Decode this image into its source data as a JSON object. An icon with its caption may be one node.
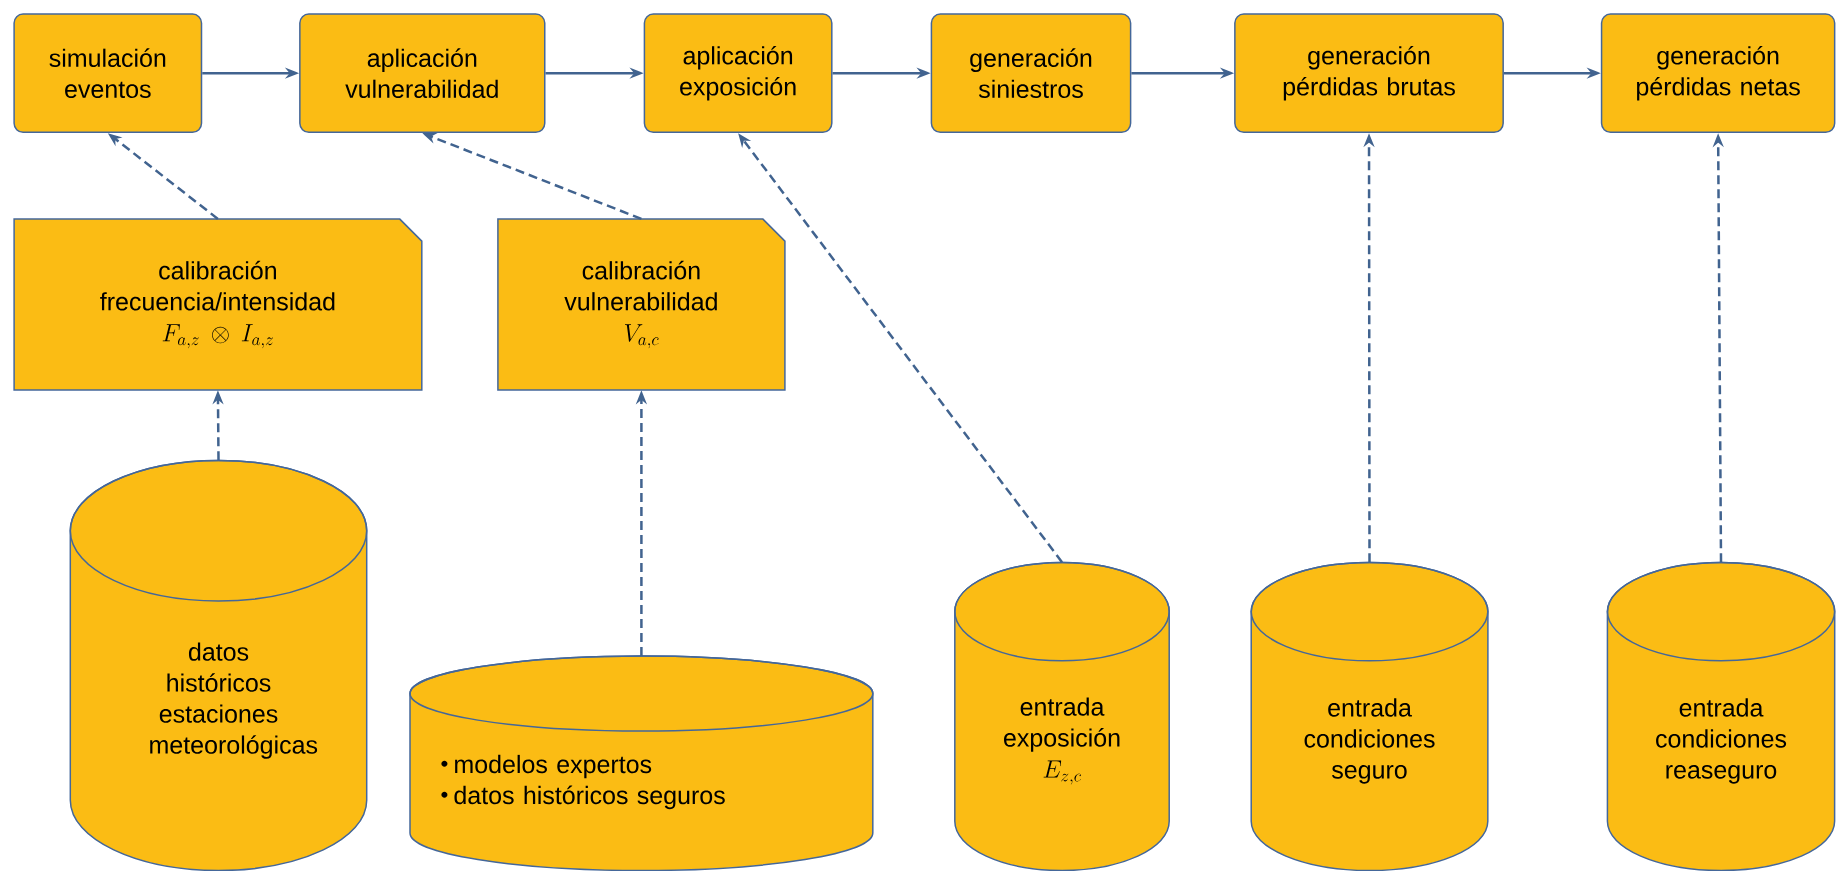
{
  "diagram": {
    "nodes": [
      {
        "text": [
          "simulación eventos"
        ]
      },
      {
        "text": [
          "aplicación vulnerabilidad"
        ]
      },
      {
        "text": [
          "aplicación exposición"
        ]
      },
      {
        "text": [
          "generación siniestros"
        ]
      },
      {
        "text": [
          "generación pérdidas brutas"
        ]
      },
      {
        "text": [
          "generación pérdidas netas"
        ]
      },
      {
        "text": [
          "calibración frecuencia/intensidad",
          "F_{a,z} \\otimes I_{a,z}"
        ]
      },
      {
        "text": [
          "calibración vulnerabilidad",
          "V_{a,c}"
        ]
      },
      {
        "text": [
          "datos históricos estaciones meteorológicas"
        ]
      },
      {
        "text": [
          "modelos expertos",
          "datos históricos seguros"
        ]
      },
      {
        "text": [
          "entrada exposición",
          "E_{z,c}"
        ]
      },
      {
        "text": [
          "entrada condiciones seguro"
        ]
      },
      {
        "text": [
          "entrada condiciones reaseguro"
        ]
      }
    ],
    "edges": [
      {
        "from": 0,
        "to": 1,
        "arrow": "to"
      },
      {
        "from": 1,
        "to": 2,
        "arrow": "to"
      },
      {
        "from": 2,
        "to": 3,
        "arrow": "to"
      },
      {
        "from": 3,
        "to": 4,
        "arrow": "to"
      },
      {
        "from": 4,
        "to": 5,
        "arrow": "to"
      },
      {
        "from": 6,
        "to": 0,
        "arrow": "to",
        "style": "dashed"
      },
      {
        "from": 7,
        "to": 1,
        "arrow": "to",
        "style": "dashed"
      },
      {
        "from": 10,
        "to": 2,
        "arrow": "to",
        "style": "dashed"
      },
      {
        "from": 11,
        "to": 4,
        "arrow": "to",
        "style": "dashed"
      },
      {
        "from": 12,
        "to": 5,
        "arrow": "to",
        "style": "dashed"
      },
      {
        "from": 8,
        "to": 6,
        "arrow": "to",
        "style": "dashed"
      },
      {
        "from": 9,
        "to": 7,
        "arrow": "to",
        "style": "dashed"
      }
    ]
  }
}
